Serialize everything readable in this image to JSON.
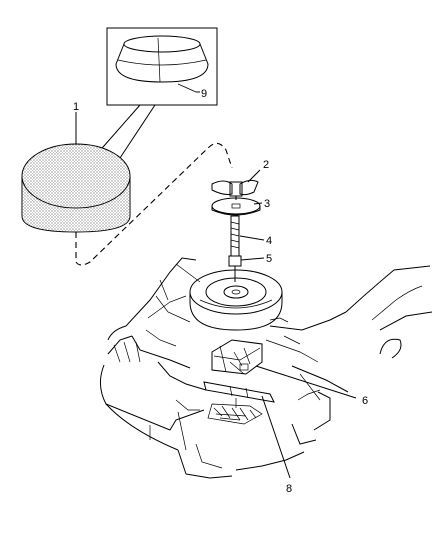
{
  "callouts": {
    "c1": "1",
    "c2": "2",
    "c3": "3",
    "c4": "4",
    "c5": "5",
    "c6": "6",
    "c8": "8",
    "c9": "9"
  }
}
